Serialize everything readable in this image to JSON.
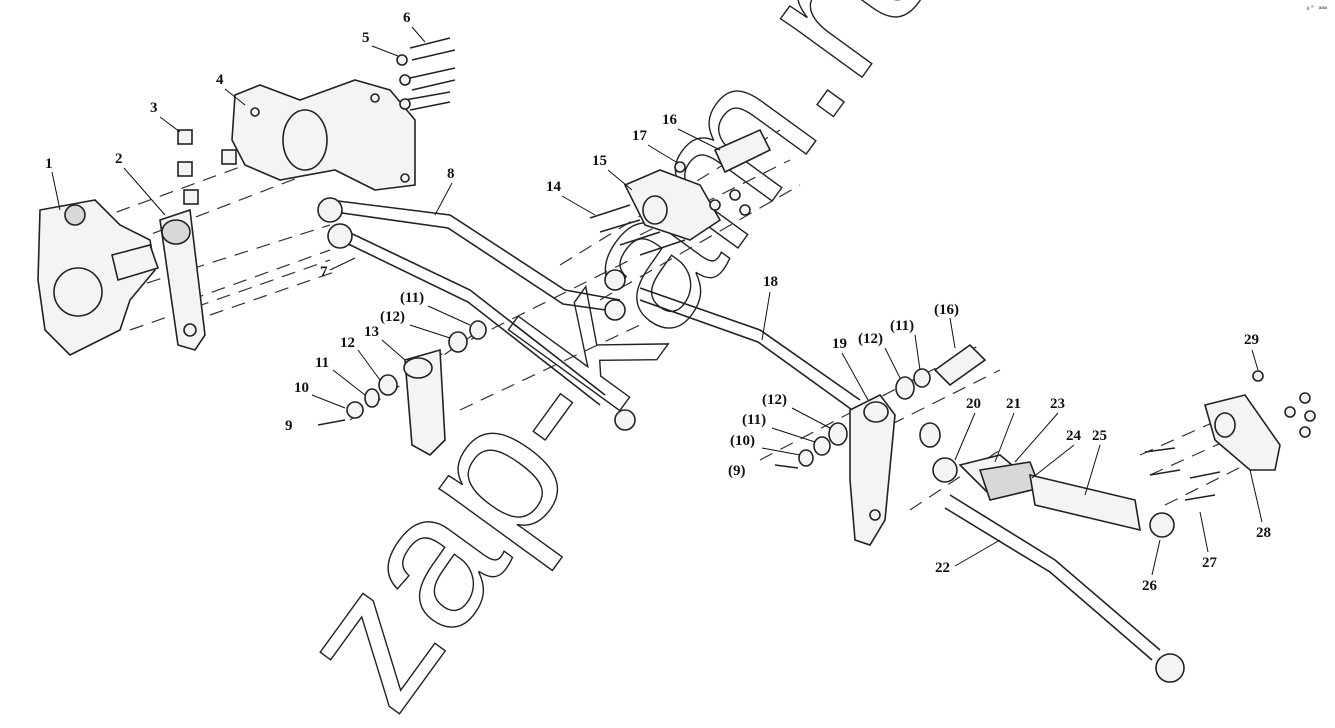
{
  "watermark": "zap-kam.ru",
  "corner_mark": "₀ᵐ ∞∞",
  "callouts": [
    {
      "id": "c1",
      "label": "1"
    },
    {
      "id": "c2",
      "label": "2"
    },
    {
      "id": "c3",
      "label": "3"
    },
    {
      "id": "c4",
      "label": "4"
    },
    {
      "id": "c5",
      "label": "5"
    },
    {
      "id": "c6",
      "label": "6"
    },
    {
      "id": "c7",
      "label": "7"
    },
    {
      "id": "c8",
      "label": "8"
    },
    {
      "id": "c9",
      "label": "9"
    },
    {
      "id": "c10",
      "label": "10"
    },
    {
      "id": "c11",
      "label": "11"
    },
    {
      "id": "c12",
      "label": "12"
    },
    {
      "id": "c13",
      "label": "13"
    },
    {
      "id": "c11b",
      "label": "(11)"
    },
    {
      "id": "c12b",
      "label": "(12)"
    },
    {
      "id": "c14",
      "label": "14"
    },
    {
      "id": "c15",
      "label": "15"
    },
    {
      "id": "c16",
      "label": "16"
    },
    {
      "id": "c17",
      "label": "17"
    },
    {
      "id": "c18",
      "label": "18"
    },
    {
      "id": "c19",
      "label": "19"
    },
    {
      "id": "c12c",
      "label": "(12)"
    },
    {
      "id": "c11c",
      "label": "(11)"
    },
    {
      "id": "c16b",
      "label": "(16)"
    },
    {
      "id": "c12d",
      "label": "(12)"
    },
    {
      "id": "c11d",
      "label": "(11)"
    },
    {
      "id": "c10b",
      "label": "(10)"
    },
    {
      "id": "c9b",
      "label": "(9)"
    },
    {
      "id": "c20",
      "label": "20"
    },
    {
      "id": "c21",
      "label": "21"
    },
    {
      "id": "c23",
      "label": "23"
    },
    {
      "id": "c24",
      "label": "24"
    },
    {
      "id": "c25",
      "label": "25"
    },
    {
      "id": "c22",
      "label": "22"
    },
    {
      "id": "c26",
      "label": "26"
    },
    {
      "id": "c27",
      "label": "27"
    },
    {
      "id": "c28",
      "label": "28"
    },
    {
      "id": "c29",
      "label": "29"
    }
  ]
}
